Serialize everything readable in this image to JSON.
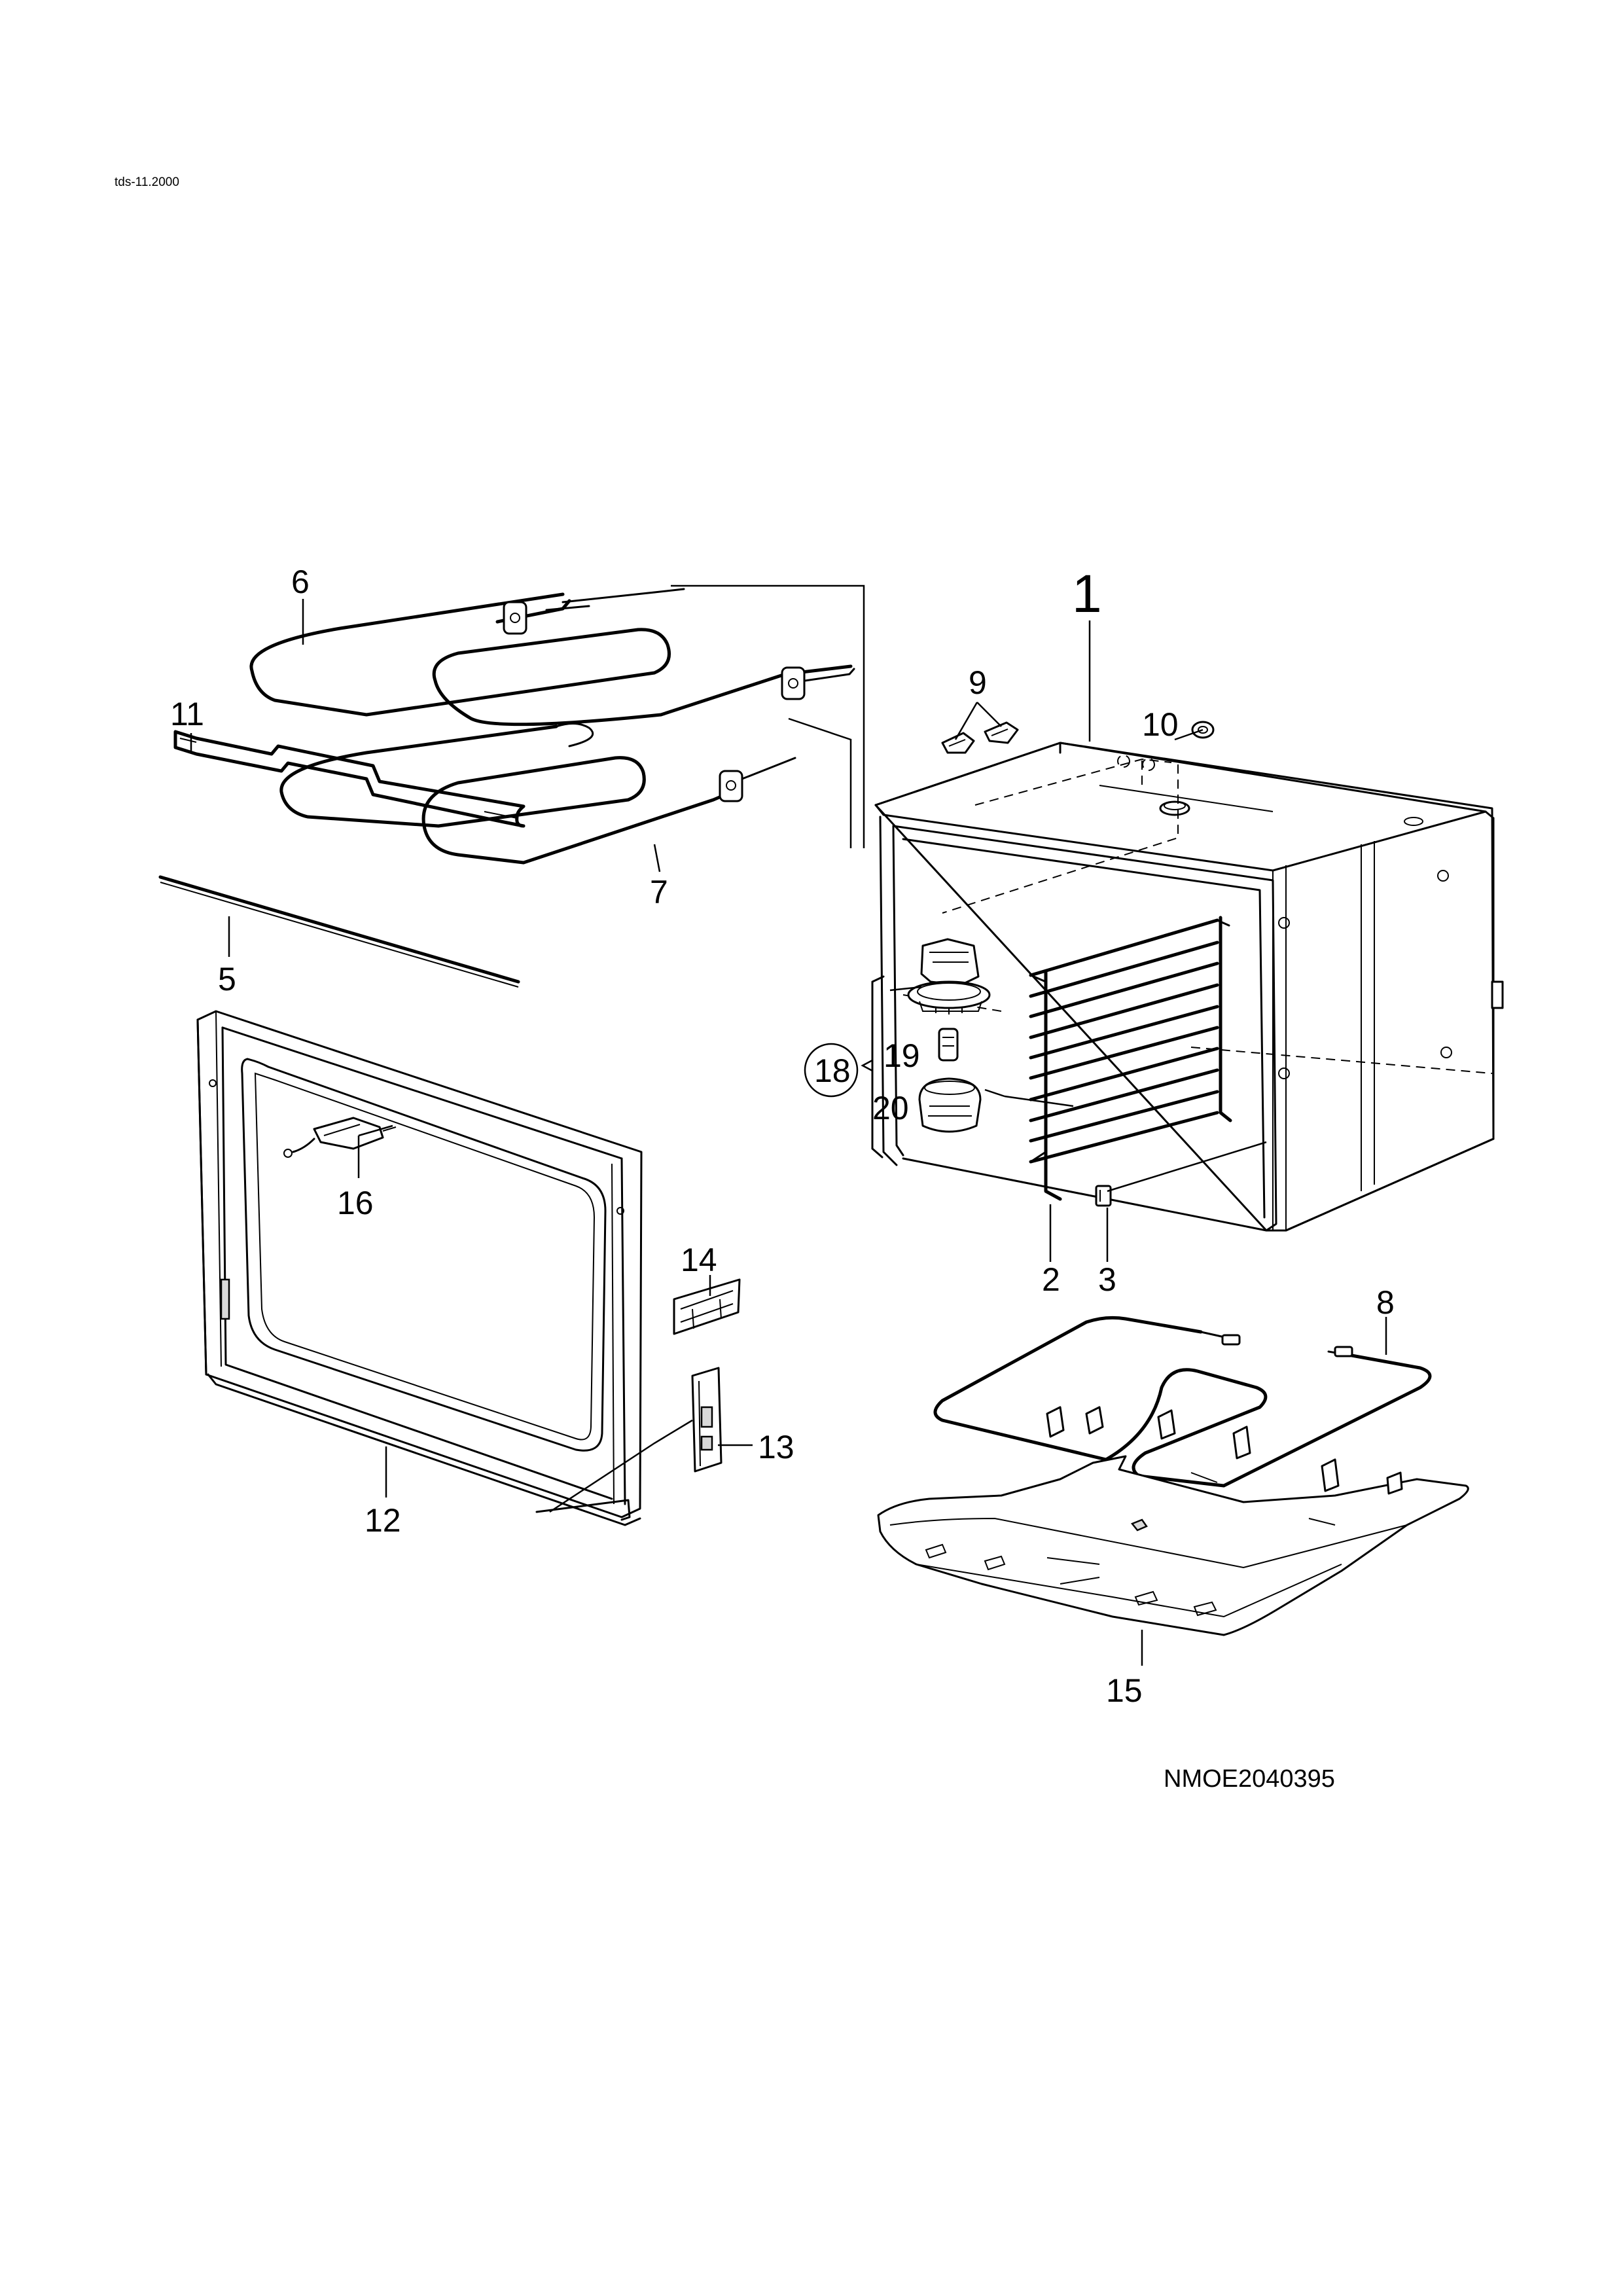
{
  "header": {
    "doc_id": "tds-11.2000"
  },
  "footer": {
    "drawing_number": "NMOE2040395"
  },
  "callouts": {
    "p1": "1",
    "p2": "2",
    "p3": "3",
    "p5": "5",
    "p6": "6",
    "p7": "7",
    "p8": "8",
    "p9": "9",
    "p10": "10",
    "p11": "11",
    "p12": "12",
    "p13": "13",
    "p14": "14",
    "p15": "15",
    "p16": "16",
    "p18": "18",
    "p19": "19",
    "p20": "20"
  }
}
